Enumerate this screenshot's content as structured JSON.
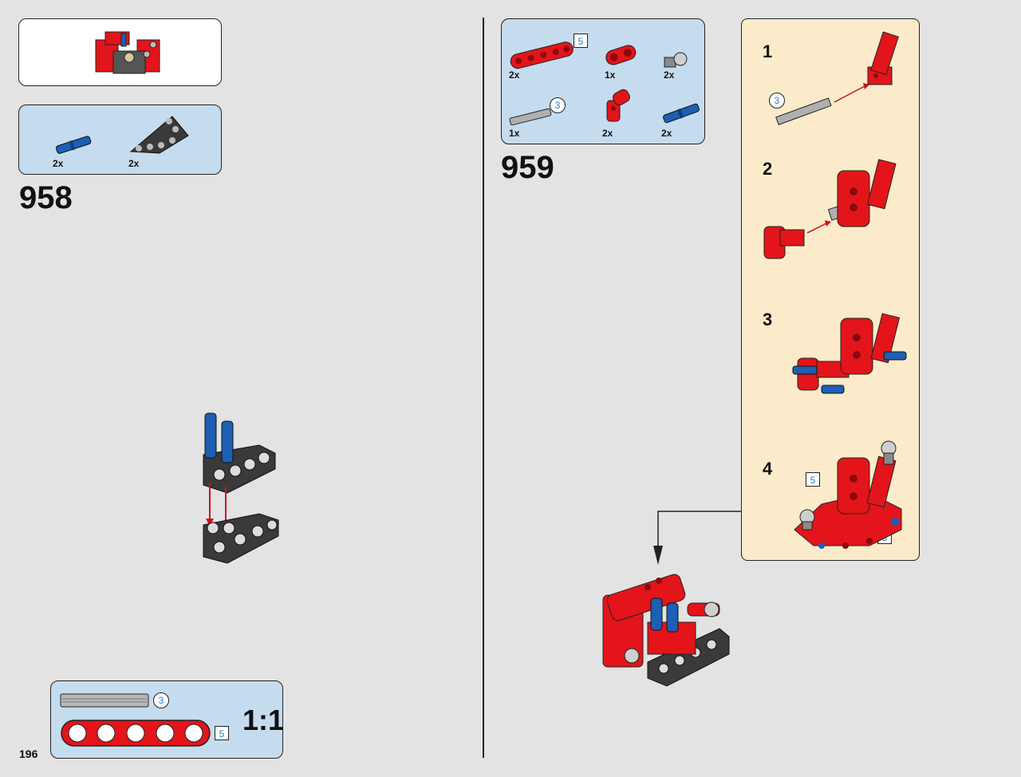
{
  "page": {
    "number": "196"
  },
  "step958": {
    "number": "958",
    "parts": [
      {
        "qty": "2x",
        "part": "blue-pin-icon"
      },
      {
        "qty": "2x",
        "part": "triangle-liftarm-icon"
      }
    ]
  },
  "step959": {
    "number": "959",
    "parts": [
      {
        "qty": "2x",
        "part": "red-beam-icon",
        "size": "5"
      },
      {
        "qty": "1x",
        "part": "red-connector-icon"
      },
      {
        "qty": "2x",
        "part": "ball-joint-icon"
      },
      {
        "qty": "1x",
        "part": "grey-axle-icon",
        "size": "3"
      },
      {
        "qty": "2x",
        "part": "red-angle-connector-icon"
      },
      {
        "qty": "2x",
        "part": "blue-pin-icon"
      }
    ],
    "substeps": [
      {
        "number": "1",
        "callout": "3"
      },
      {
        "number": "2"
      },
      {
        "number": "3"
      },
      {
        "number": "4",
        "callouts": [
          "5",
          "5"
        ]
      }
    ]
  },
  "scale": {
    "label": "1:1",
    "axle_length": "3",
    "beam_length": "5"
  },
  "colors": {
    "red": "#e3151a",
    "blue": "#1d5fb4",
    "grey": "#9a9a9a",
    "dark": "#2b2b2b",
    "cream": "#fbebcb",
    "light_blue": "#c5dcef"
  }
}
